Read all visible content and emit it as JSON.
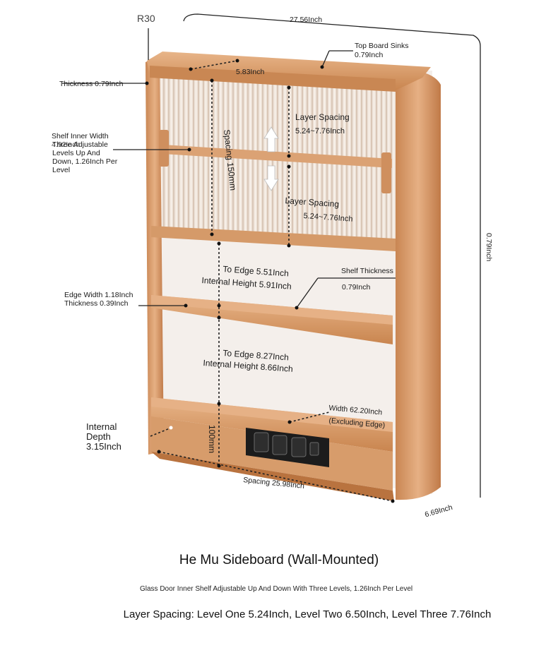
{
  "product": {
    "title": "He Mu Sideboard (Wall-Mounted)",
    "note": "Glass Door Inner Shelf Adjustable Up And Down With Three Levels, 1.26Inch Per Level",
    "layer_spacing_summary": "Layer Spacing: Level One 5.24Inch, Level Two 6.50Inch, Level Three 7.76Inch"
  },
  "dimensions": {
    "corner_radius": "R30",
    "overall_width": "27.56Inch",
    "top_board_sinks_label": "Top Board Sinks",
    "top_board_sinks_value": "0.79Inch",
    "top_lip": "5.83Inch",
    "thickness": "Thickness 0.79Inch",
    "shelf_inner_width_label": "Shelf Inner Width",
    "shelf_inner_width_value": "4.92Inch",
    "three_adjustable": "Three Adjustable Levels Up And Down, 1.26Inch Per Level",
    "spacing_150": "Spacing 150mm",
    "layer_spacing_title_1": "Layer Spacing",
    "layer_spacing_value_1": "5.24~7.76Inch",
    "layer_spacing_title_2": "Layer Spacing",
    "layer_spacing_value_2": "5.24~7.76Inch",
    "overall_height": "0.79Inch",
    "to_edge_1": "To Edge 5.51Inch",
    "internal_height_1": "Internal Height 5.91Inch",
    "shelf_thickness_label": "Shelf Thickness",
    "shelf_thickness_value": "0.79Inch",
    "edge_width": "Edge Width 1.18Inch Thickness 0.39Inch",
    "to_edge_2": "To Edge 8.27Inch",
    "internal_height_2": "Internal Height 8.66Inch",
    "width_label": "Width 62.20Inch",
    "width_note": "(Excluding Edge)",
    "internal_depth": "Internal Depth 3.15Inch",
    "h100": "100mm",
    "spacing_bottom": "Spacing 25.98Inch",
    "depth": "6.69Inch"
  },
  "colors": {
    "wood_light": "#e2a979",
    "wood_mid": "#d08d5a",
    "wood_dark": "#a8683c",
    "glass": "#e9ddd3",
    "socket_panel": "#1c1c1c"
  }
}
